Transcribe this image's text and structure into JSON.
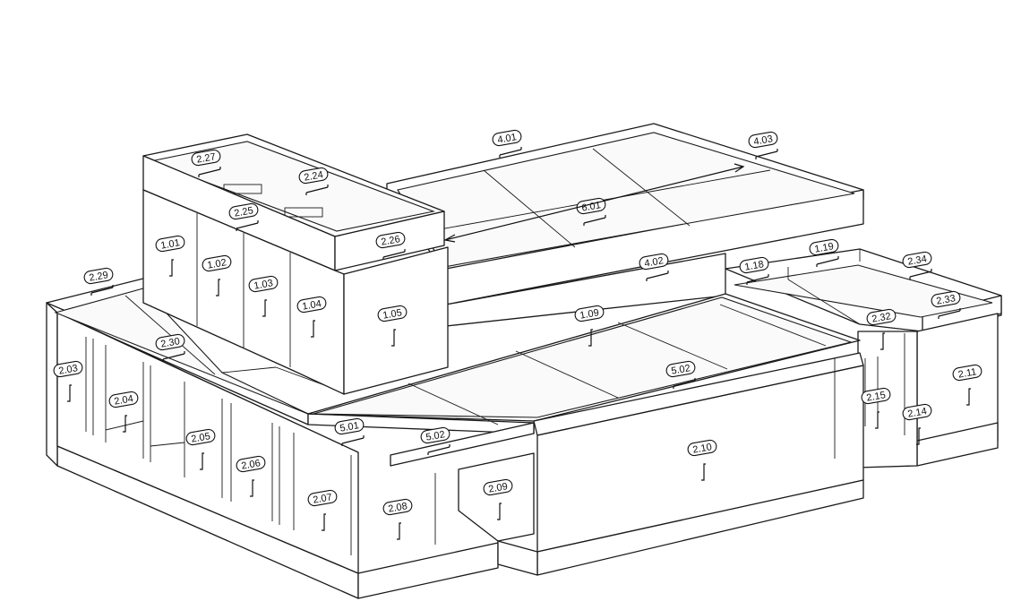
{
  "labels": [
    {
      "id": "1.01",
      "text": "1.01",
      "dir": "v"
    },
    {
      "id": "1.02",
      "text": "1.02",
      "dir": "v"
    },
    {
      "id": "1.03",
      "text": "1.03",
      "dir": "v"
    },
    {
      "id": "1.04",
      "text": "1.04",
      "dir": "v"
    },
    {
      "id": "1.05",
      "text": "1.05",
      "dir": "v"
    },
    {
      "id": "1.09",
      "text": "1.09",
      "dir": "v"
    },
    {
      "id": "1.18",
      "text": "1.18",
      "dir": "h"
    },
    {
      "id": "1.19",
      "text": "1.19",
      "dir": "h"
    },
    {
      "id": "2.03",
      "text": "2.03",
      "dir": "v"
    },
    {
      "id": "2.04",
      "text": "2.04",
      "dir": "v"
    },
    {
      "id": "2.05",
      "text": "2.05",
      "dir": "v"
    },
    {
      "id": "2.06",
      "text": "2.06",
      "dir": "v"
    },
    {
      "id": "2.07",
      "text": "2.07",
      "dir": "v"
    },
    {
      "id": "2.08",
      "text": "2.08",
      "dir": "v"
    },
    {
      "id": "2.09",
      "text": "2.09",
      "dir": "v"
    },
    {
      "id": "2.10",
      "text": "2.10",
      "dir": "v"
    },
    {
      "id": "2.11",
      "text": "2.11",
      "dir": "v"
    },
    {
      "id": "2.14",
      "text": "2.14",
      "dir": "v"
    },
    {
      "id": "2.15",
      "text": "2.15",
      "dir": "v"
    },
    {
      "id": "2.24",
      "text": "2.24",
      "dir": "h"
    },
    {
      "id": "2.25",
      "text": "2.25",
      "dir": "h"
    },
    {
      "id": "2.26",
      "text": "2.26",
      "dir": "h"
    },
    {
      "id": "2.27",
      "text": "2.27",
      "dir": "h"
    },
    {
      "id": "2.29",
      "text": "2.29",
      "dir": "h"
    },
    {
      "id": "2.30",
      "text": "2.30",
      "dir": "h"
    },
    {
      "id": "2.32",
      "text": "2.32",
      "dir": "v"
    },
    {
      "id": "2.33",
      "text": "2.33",
      "dir": "h"
    },
    {
      "id": "2.34",
      "text": "2.34",
      "dir": "h"
    },
    {
      "id": "4.01",
      "text": "4.01",
      "dir": "h"
    },
    {
      "id": "4.02",
      "text": "4.02",
      "dir": "h"
    },
    {
      "id": "4.03",
      "text": "4.03",
      "dir": "h"
    },
    {
      "id": "5.01",
      "text": "5.01",
      "dir": "h"
    },
    {
      "id": "5.02a",
      "text": "5.02",
      "dir": "h"
    },
    {
      "id": "5.02b",
      "text": "5.02",
      "dir": "h"
    },
    {
      "id": "6.01",
      "text": "6.01",
      "dir": "h"
    }
  ]
}
